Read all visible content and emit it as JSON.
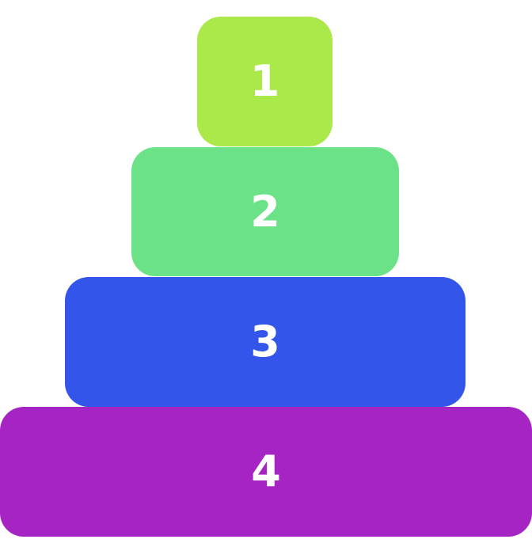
{
  "pyramid": {
    "tiers": [
      {
        "label": "1",
        "color": "#abe94b"
      },
      {
        "label": "2",
        "color": "#6be287"
      },
      {
        "label": "3",
        "color": "#3355e9"
      },
      {
        "label": "4",
        "color": "#a624c4"
      }
    ]
  }
}
